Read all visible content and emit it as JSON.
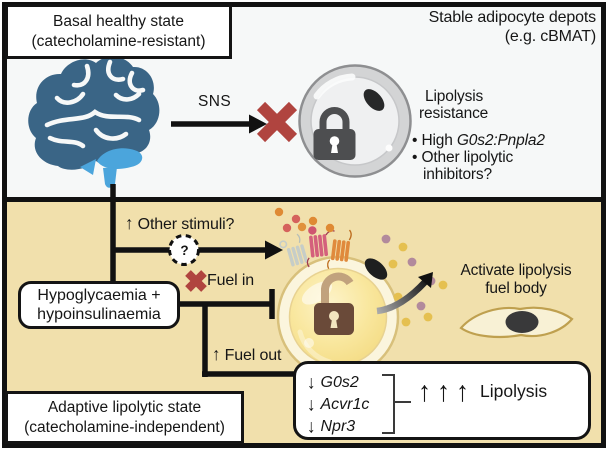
{
  "glyphs": {
    "up_arrow": "↑",
    "down_arrow": "↓",
    "bullet": "•",
    "question_mark": "?"
  },
  "palette": {
    "top_bg": "#f6f8f8",
    "bottom_bg": "#f1e0ac",
    "ink": "#161616",
    "red_x": "#b0443f",
    "brain_dark": "#3a6586",
    "brain_light": "#4ba5dc",
    "gray_cell_ring": "#d3d4d5",
    "gray_cell_inner": "#eff0f1",
    "closed_lock": "#4d4e50",
    "yellow_cell_ring": "#fbf5dd",
    "yellow_cell_inner": "#f8e89c",
    "open_lock_body": "#6a4a39",
    "open_lock_shackle": "#c1a27d",
    "dot_orange": "#df8a34",
    "dot_red": "#d5625c",
    "dot_mauve": "#b28a9c",
    "dot_gold": "#e5c050"
  },
  "top": {
    "state_box": {
      "line1": "Basal healthy state",
      "line2": "(catecholamine-resistant)"
    },
    "depots": {
      "line1": "Stable adipocyte depots",
      "line2": "(e.g. cBMAT)"
    },
    "sns": "SNS",
    "resistance": {
      "line1": "Lipolysis",
      "line2": "resistance"
    },
    "bullet1": {
      "prefix": "High ",
      "gene": "G0s2:Pnpla2"
    },
    "bullet2": {
      "line1": "Other lipolytic",
      "line2": "inhibitors?"
    }
  },
  "bottom": {
    "stimuli": "Other stimuli?",
    "fuel_in": "Fuel in",
    "fuel_out": "Fuel out",
    "hypo_box": {
      "line1": "Hypoglycaemia +",
      "line2": "hypoinsulinaemia"
    },
    "activate": {
      "line1": "Activate lipolysis",
      "line2": "fuel body"
    },
    "gene_box": {
      "genes": [
        "G0s2",
        "Acvr1c",
        "Npr3"
      ],
      "label": "Lipolysis"
    },
    "state_box": {
      "line1": "Adaptive lipolytic state",
      "line2": "(catecholamine-independent)"
    }
  }
}
